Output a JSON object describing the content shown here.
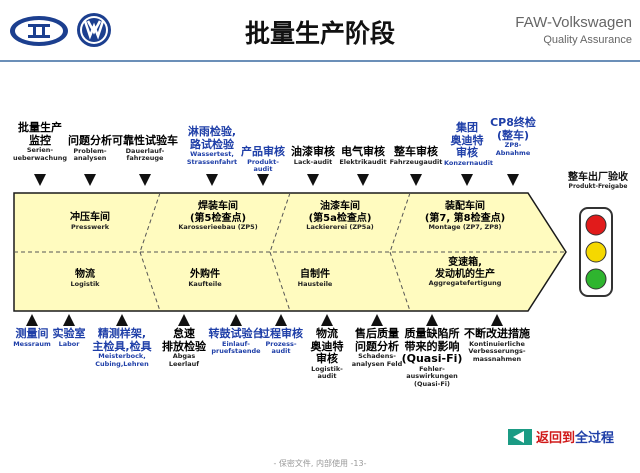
{
  "header": {
    "title": "批量生产阶段",
    "brand_line1": "FAW-Volkswagen",
    "brand_line2": "Quality Assurance",
    "logos": [
      "faw-logo",
      "vw-logo"
    ]
  },
  "top_items": [
    {
      "zh": "批量生产\n监控",
      "de": "Serien-\nueberwachung",
      "color": "black"
    },
    {
      "zh": "问题分析",
      "de": "Problem-\nanalysen",
      "color": "black"
    },
    {
      "zh": "可靠性试验车",
      "de": "Dauerlauf-\nfahrzeuge",
      "color": "black"
    },
    {
      "zh": "淋雨检验,\n路试检验",
      "de": "Wassertest,\nStrassenfahrt",
      "color": "blue"
    },
    {
      "zh": "产品审核",
      "de": "Produkt-audit",
      "color": "blue"
    },
    {
      "zh": "油漆审核",
      "de": "Lack-audit",
      "color": "black"
    },
    {
      "zh": "电气审核",
      "de": "Elektrikaudit",
      "color": "black"
    },
    {
      "zh": "整车审核",
      "de": "Fahrzeugaudit",
      "color": "black"
    },
    {
      "zh": "集团\n奥迪特\n审核",
      "de": "Konzernaudit",
      "color": "blue"
    },
    {
      "zh": "CP8终检\n(整车)",
      "de": "ZP8-\nAbnahme",
      "color": "blue"
    }
  ],
  "process_arrow": {
    "shops": [
      {
        "zh": "冲压车间",
        "de": "Presswerk"
      },
      {
        "zh": "焊装车间\n(第5检查点)",
        "de": "Karosserieebau (ZP5)"
      },
      {
        "zh": "油漆车间\n(第5a检查点)",
        "de": "Lackiererei (ZP5a)"
      },
      {
        "zh": "装配车间\n(第7, 第8检查点)",
        "de": "Montage (ZP7, ZP8)"
      }
    ],
    "supply": [
      {
        "zh": "物流",
        "de": "Logistik"
      },
      {
        "zh": "外购件",
        "de": "Kaufteile"
      },
      {
        "zh": "自制件",
        "de": "Hausteile"
      },
      {
        "zh": "变速箱,\n发动机的生产",
        "de": "Aggregatefertigung"
      }
    ],
    "fill_color": "#fffbbf",
    "stroke_color": "#1a1a1a"
  },
  "release": {
    "zh": "整车出厂验收",
    "de": "Produkt-Freigabe"
  },
  "traffic_light": [
    "#e11b1b",
    "#f5d800",
    "#2fb52f"
  ],
  "bottom_items": [
    {
      "zh": "测量间",
      "de": "Messraum",
      "color": "blue"
    },
    {
      "zh": "实验室",
      "de": "Labor",
      "color": "blue"
    },
    {
      "zh": "精测样架,\n主检具,检具",
      "de": "Meisterbock,\nCubing,Lehren",
      "color": "blue"
    },
    {
      "zh": "怠速\n排放检验",
      "de": "Abgas\nLeerlauf",
      "color": "black"
    },
    {
      "zh": "转鼓试验台",
      "de": "Einlauf-\npruefstaende",
      "color": "blue"
    },
    {
      "zh": "过程审核",
      "de": "Prozess-\naudit",
      "color": "blue"
    },
    {
      "zh": "物流\n奥迪特\n审核",
      "de": "Logistik-\naudit",
      "color": "black"
    },
    {
      "zh": "售后质量\n问题分析",
      "de": "Schadens-\nanalysen Feld",
      "color": "black"
    },
    {
      "zh": "质量缺陷所\n带来的影响\n(Quasi-Fi)",
      "de": "Fehler-auswirkungen\n(Quasi-Fi)",
      "color": "black"
    },
    {
      "zh": "不断改进措施",
      "de": "Kontinuierliche\nVerbesserungs-\nmassnahmen",
      "color": "black"
    }
  ],
  "nav": {
    "back_prefix": "返回到",
    "back_mid": "全过程"
  },
  "footer": "- 保密文件, 内部使用 -13-"
}
